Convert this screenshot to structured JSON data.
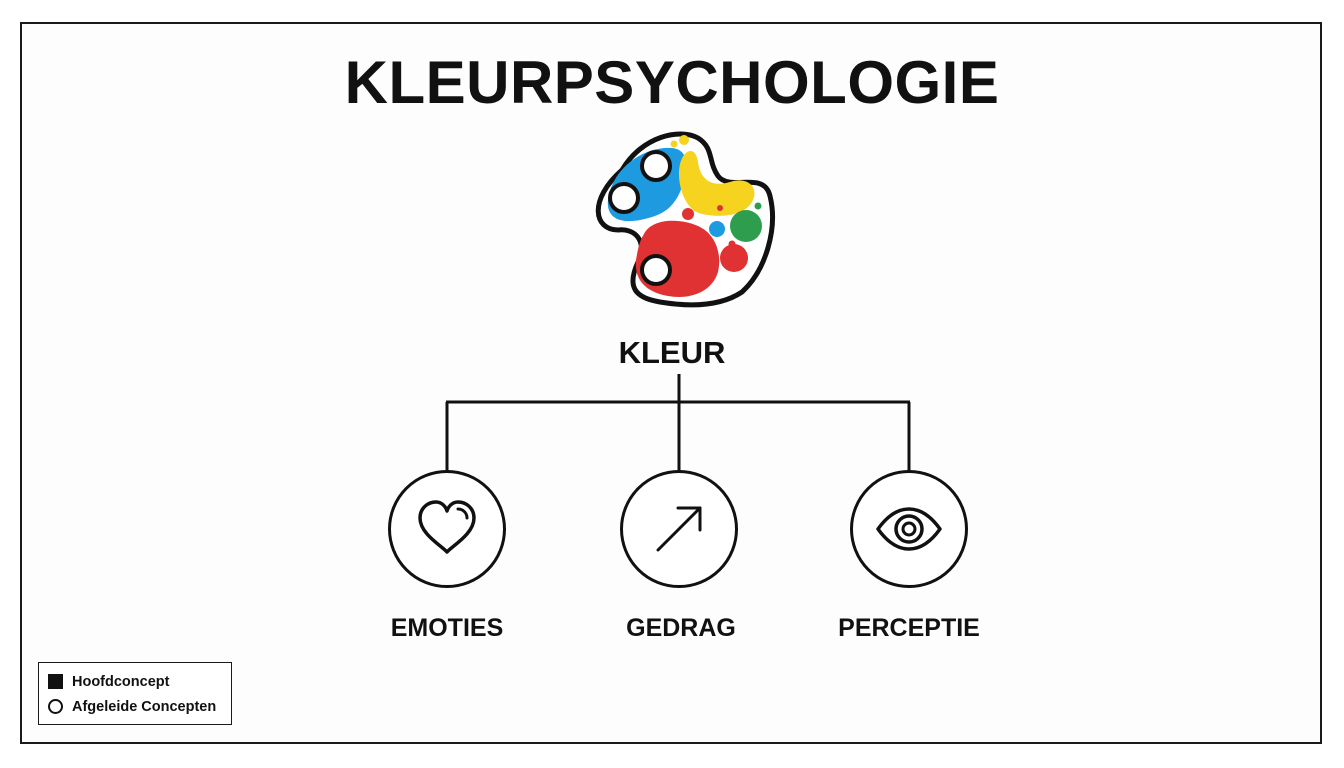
{
  "title": "KLEURPSYCHOLOGIE",
  "root": {
    "label": "KLEUR",
    "icon": "paint-palette-icon",
    "palette_colors": [
      "#1e9be0",
      "#f5d31e",
      "#e03232",
      "#2e9e4e"
    ]
  },
  "children": [
    {
      "label": "EMOTIES",
      "icon": "heart-icon"
    },
    {
      "label": "GEDRAG",
      "icon": "arrow-up-right-icon"
    },
    {
      "label": "PERCEPTIE",
      "icon": "eye-icon"
    }
  ],
  "legend": {
    "main_concept": "Hoofdconcept",
    "derived_concepts": "Afgeleide Concepten"
  },
  "colors": {
    "line": "#111111",
    "background": "#ffffff"
  }
}
